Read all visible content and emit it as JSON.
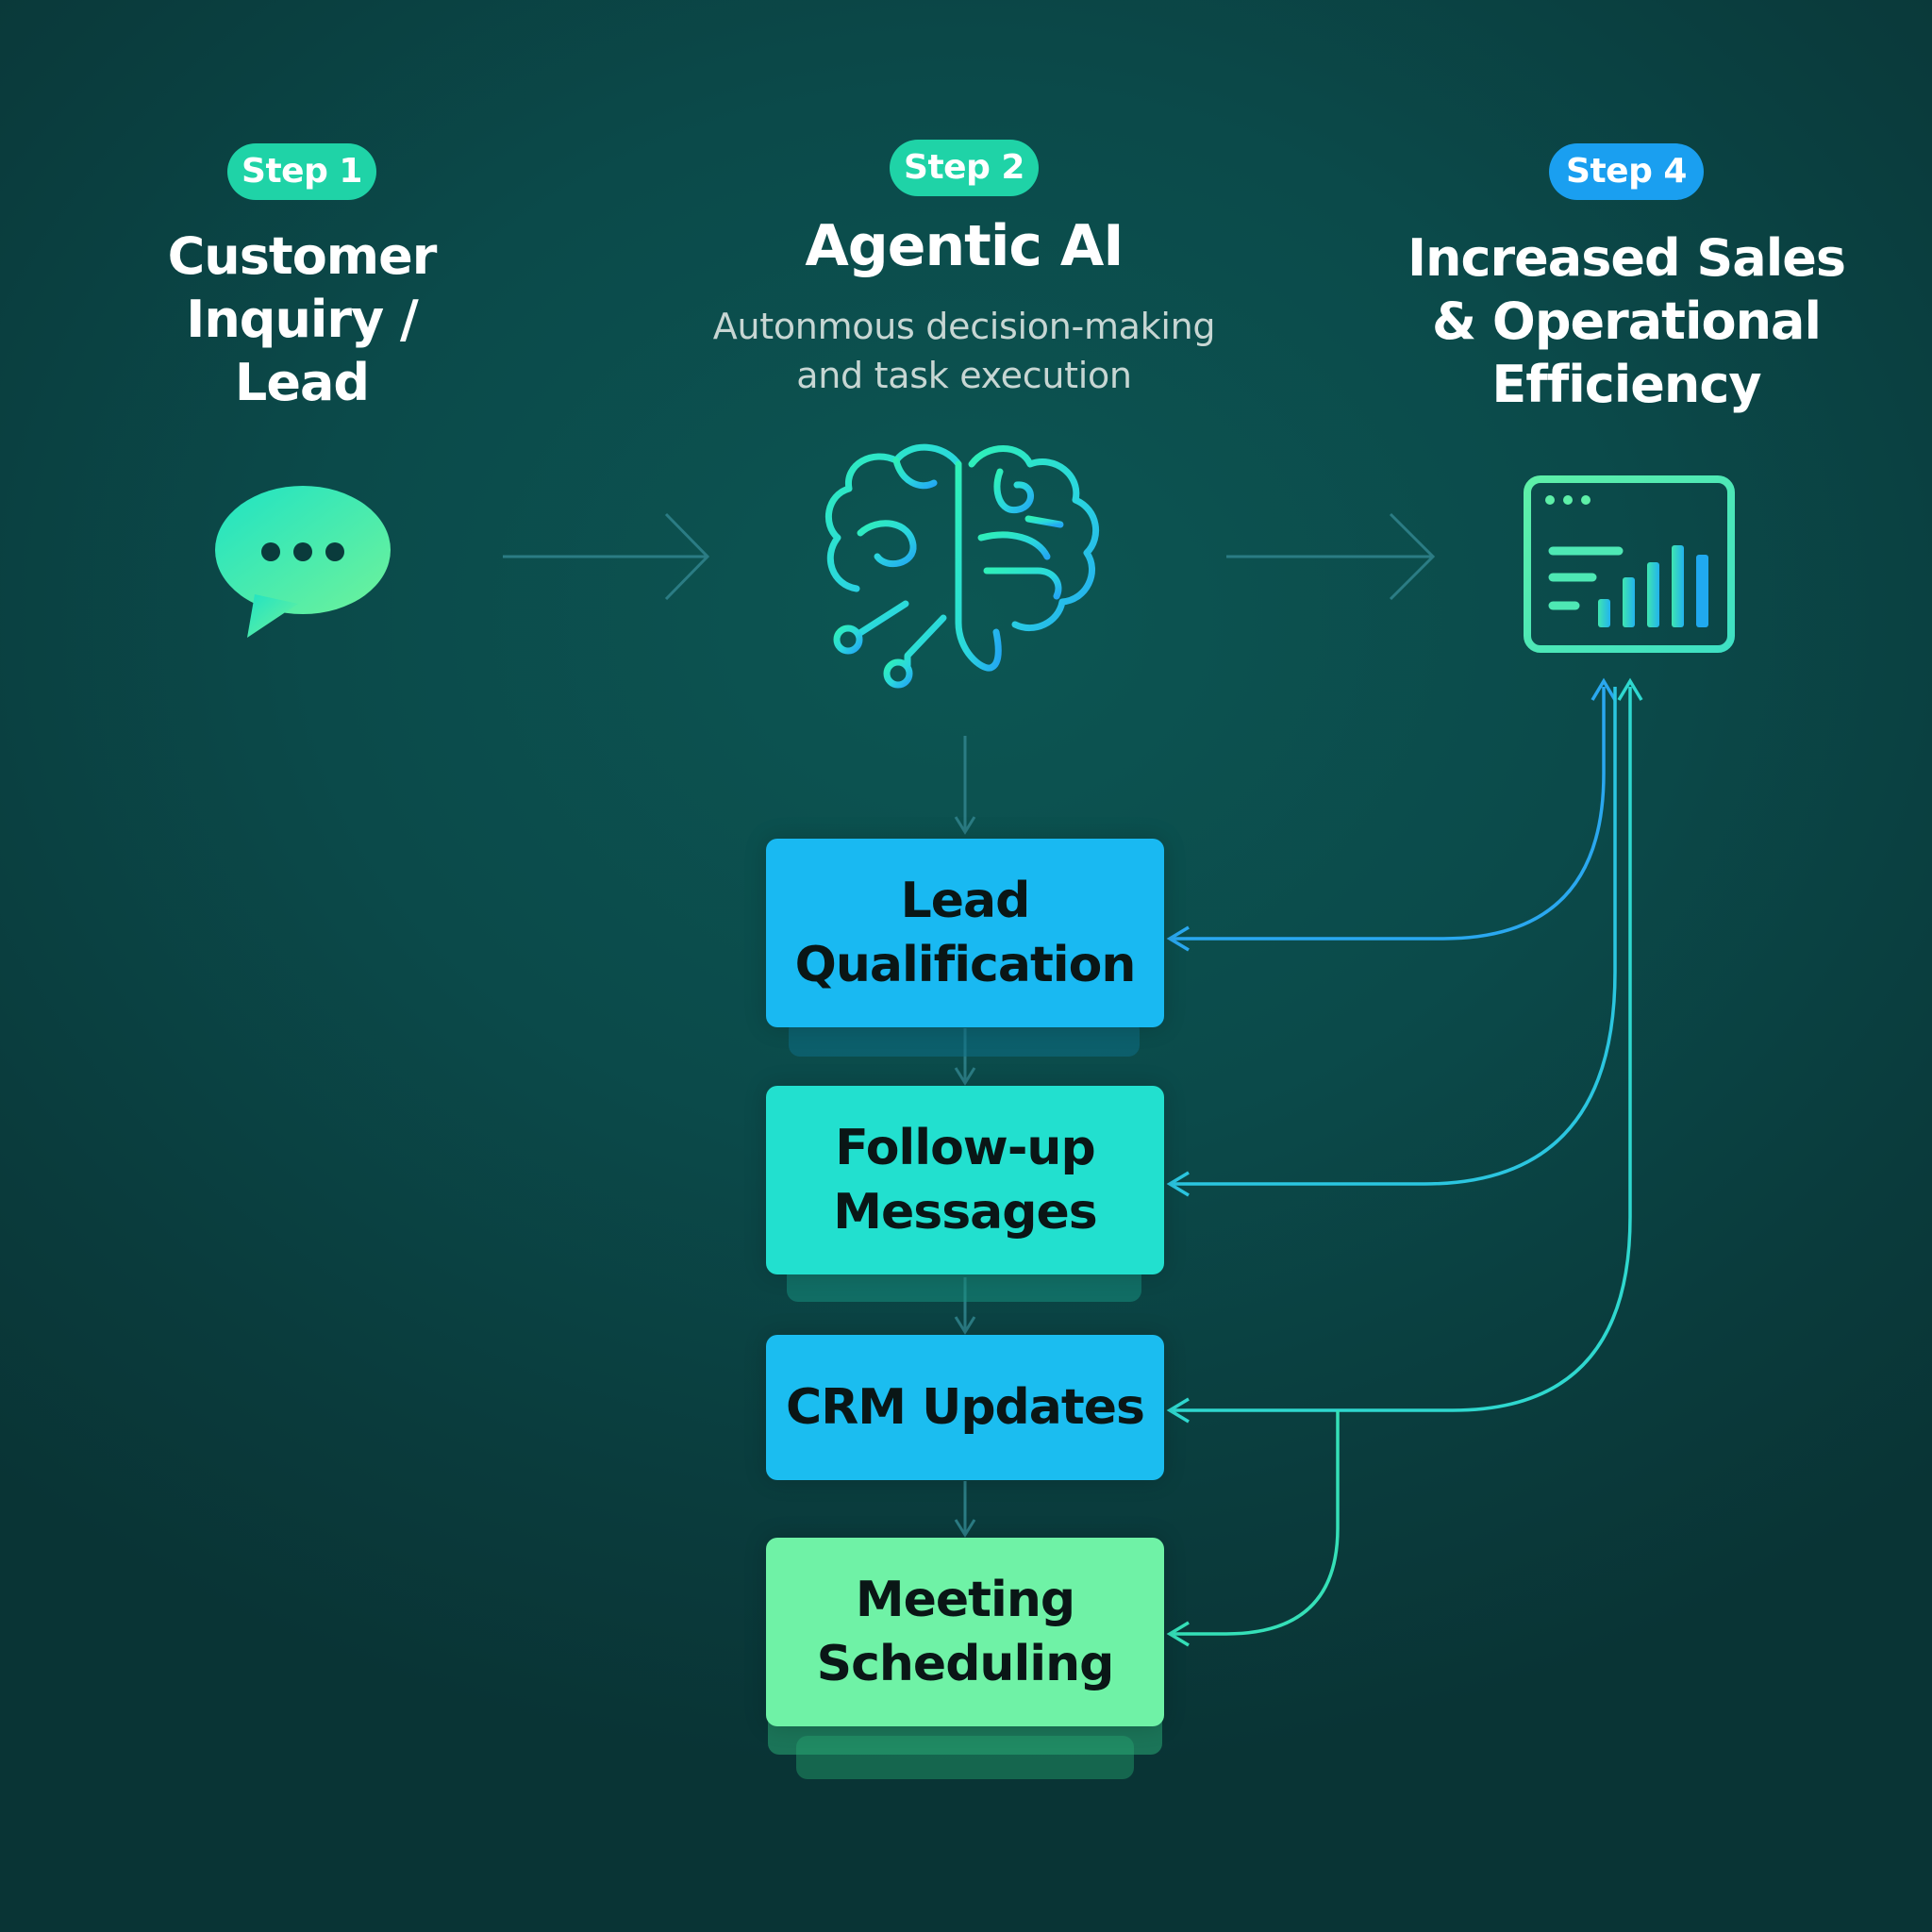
{
  "steps": [
    {
      "badge": "Step 1",
      "title_lines": [
        "Customer",
        "Inquiry /",
        "Lead"
      ],
      "icon": "chat-bubble-icon"
    },
    {
      "badge": "Step 2",
      "title": "Agentic AI",
      "subtitle_lines": [
        "Autonmous decision-making",
        "and task execution"
      ],
      "icon": "brain-circuit-icon"
    },
    {
      "badge": "Step 4",
      "title_lines": [
        "Increased Sales",
        "& Operational",
        "Efficiency"
      ],
      "icon": "dashboard-chart-icon"
    }
  ],
  "tasks": [
    {
      "label": "Lead\nQualification",
      "color": "#19b9f2"
    },
    {
      "label": "Follow-up\nMessages",
      "color": "#22e0cf"
    },
    {
      "label": "CRM Updates",
      "color": "#1bbdf0"
    },
    {
      "label": "Meeting\nScheduling",
      "color": "#6ff2a6"
    }
  ],
  "colors": {
    "background": "#0b4a4a",
    "badge_green": "#1fd3a7",
    "badge_blue": "#1a9ff0",
    "arrow_blue": "#2aa8f0",
    "arrow_teal": "#2fd8d0",
    "connector": "#2b7c84"
  }
}
